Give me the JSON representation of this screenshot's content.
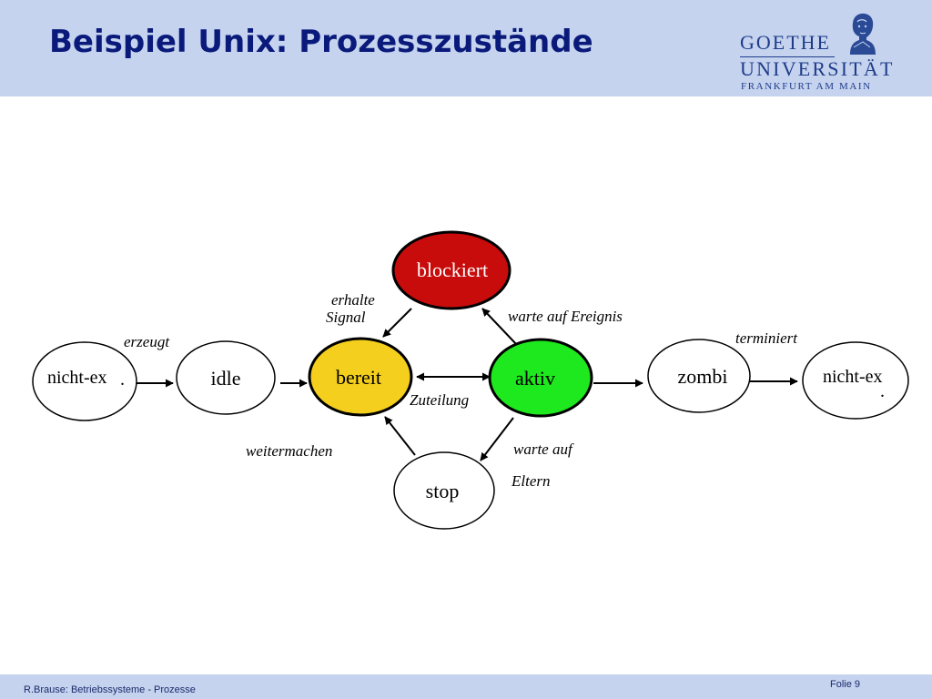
{
  "slide": {
    "title": "Beispiel Unix: Prozesszustände",
    "footer_left": "R.Brause: Betriebssysteme -   Prozesse",
    "footer_right": "Folie 9"
  },
  "logo": {
    "line1": "GOETHE",
    "line2": "UNIVERSITÄT",
    "line3": "FRANKFURT AM MAIN"
  },
  "diagram": {
    "nodes": {
      "nichtex_left": {
        "label": "nicht-ex",
        "dot": ".",
        "fill": "#ffffff"
      },
      "idle": {
        "label": "idle",
        "fill": "#ffffff"
      },
      "bereit": {
        "label": "bereit",
        "fill": "#f5cf1d"
      },
      "aktiv": {
        "label": "aktiv",
        "fill": "#1ee81e"
      },
      "zombi": {
        "label": "zombi",
        "fill": "#ffffff"
      },
      "nichtex_right": {
        "label": "nicht-ex",
        "dot": ".",
        "fill": "#ffffff"
      },
      "blockiert": {
        "label": "blockiert",
        "fill": "#c80c0c"
      },
      "stop": {
        "label": "stop",
        "fill": "#ffffff"
      }
    },
    "edge_labels": {
      "erzeugt": "erzeugt",
      "erhalte": "erhalte",
      "signal": "Signal",
      "warte_ereignis": "warte auf Ereignis",
      "terminiert": "terminiert",
      "zuteilung": "Zuteilung",
      "weitermachen": "weitermachen",
      "warte_auf": "warte auf",
      "eltern": "Eltern"
    }
  }
}
